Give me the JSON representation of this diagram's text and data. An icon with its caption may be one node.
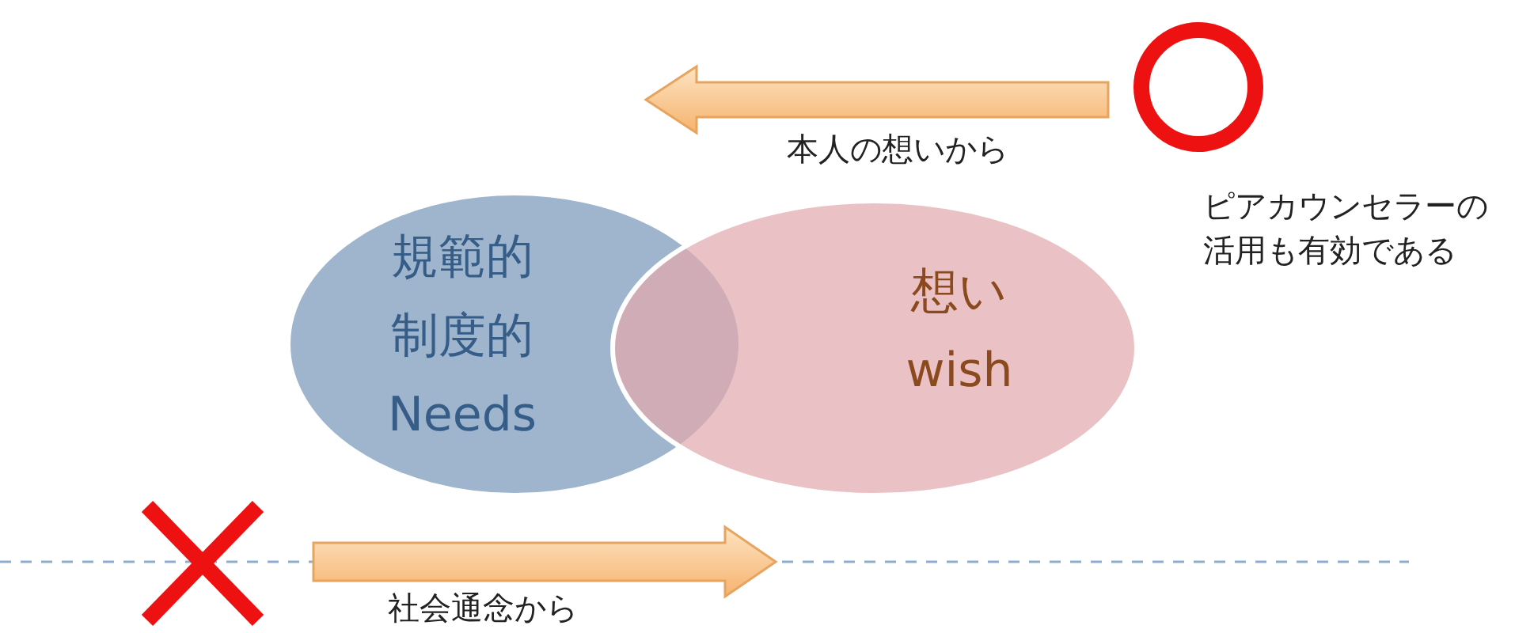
{
  "diagram": {
    "nodes": [
      {
        "text": [
          "規範的制度的Needs"
        ]
      },
      {
        "text": [
          "想いwish"
        ]
      }
    ],
    "labels": [
      "本人の想いから",
      "ピアカウンセラーの活用も有効である",
      "社会通念から"
    ]
  }
}
